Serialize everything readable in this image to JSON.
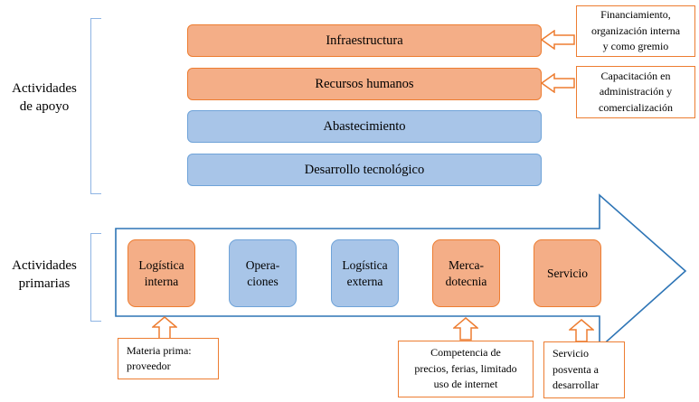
{
  "support": {
    "label": "Actividades\nde apoyo",
    "bars": [
      {
        "label": "Infraestructura",
        "color": "orange"
      },
      {
        "label": "Recursos humanos",
        "color": "orange"
      },
      {
        "label": "Abastecimiento",
        "color": "blue"
      },
      {
        "label": "Desarrollo tecnológico",
        "color": "blue"
      }
    ]
  },
  "primary": {
    "label": "Actividades\nprimarias",
    "boxes": [
      {
        "label": "Logística\ninterna",
        "color": "orange"
      },
      {
        "label": "Opera-\nciones",
        "color": "blue"
      },
      {
        "label": "Logística\nexterna",
        "color": "blue"
      },
      {
        "label": "Merca-\ndotecnia",
        "color": "orange"
      },
      {
        "label": "Servicio",
        "color": "orange"
      }
    ]
  },
  "callouts": {
    "financiamiento": {
      "text": "Financiamiento,\norganización interna\ny como gremio",
      "points_to": "Infraestructura"
    },
    "capacitacion": {
      "text": "Capacitación en\nadministración y\ncomercialización",
      "points_to": "Recursos humanos"
    },
    "materia_prima": {
      "text": "Materia prima:\nproveedor",
      "points_to": "Logística interna"
    },
    "competencia": {
      "text": "Competencia de\nprecios, ferias, limitado\nuso de internet",
      "points_to": "Mercadotecnia"
    },
    "servicio_posventa": {
      "text": "Servicio\nposventa a\ndesarrollar",
      "points_to": "Servicio"
    }
  },
  "colors": {
    "orange_fill": "#F4AE87",
    "orange_border": "#ED7D31",
    "blue_fill": "#A8C5E8",
    "blue_border": "#6FA3D8",
    "arrow_outline": "#2E75B6",
    "bracket": "#8EB4E3",
    "callout_border": "#ED7D31",
    "text": "#000000"
  }
}
